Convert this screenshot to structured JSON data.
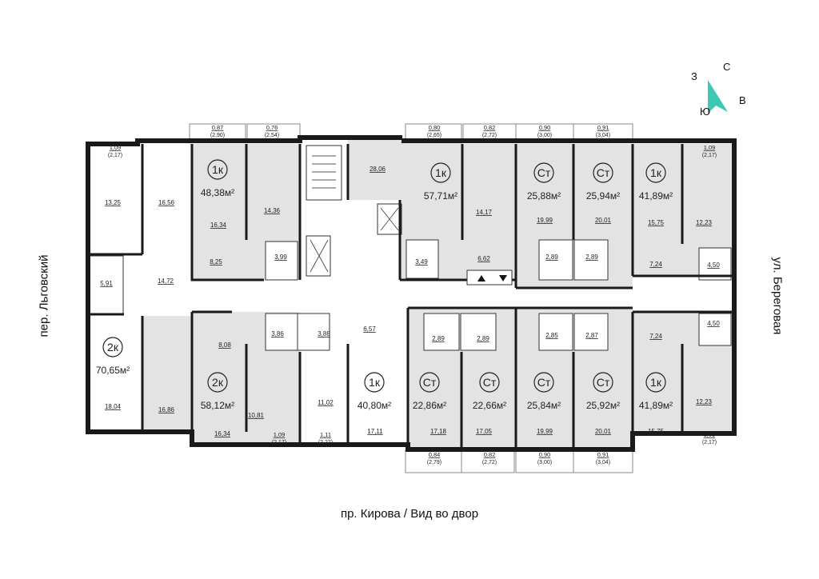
{
  "streets": {
    "left": "пер. Льговский",
    "right": "ул. Береговая",
    "bottom": "пр. Кирова / Вид во двор"
  },
  "compass": {
    "n": "С",
    "e": "В",
    "s": "Ю",
    "w": "З",
    "accent": "#3cc8b4"
  },
  "colors": {
    "unit_fill": "#e3e3e3",
    "wall": "#1a1a1a",
    "corridor": "#ffffff"
  },
  "apartments": [
    {
      "id": "a1",
      "type": "1к",
      "area": "48,38м²"
    },
    {
      "id": "a2",
      "type": "1к",
      "area": "57,71м²"
    },
    {
      "id": "a3",
      "type": "Ст",
      "area": "25,88м²"
    },
    {
      "id": "a4",
      "type": "Ст",
      "area": "25,94м²"
    },
    {
      "id": "a5",
      "type": "1к",
      "area": "41,89м²"
    },
    {
      "id": "a6",
      "type": "2к",
      "area": "70,65м²"
    },
    {
      "id": "a7",
      "type": "2к",
      "area": "58,12м²"
    },
    {
      "id": "a8",
      "type": "1к",
      "area": "40,80м²"
    },
    {
      "id": "a9",
      "type": "Ст",
      "area": "22,86м²"
    },
    {
      "id": "a10",
      "type": "Ст",
      "area": "22,66м²"
    },
    {
      "id": "a11",
      "type": "Ст",
      "area": "25,84м²"
    },
    {
      "id": "a12",
      "type": "Ст",
      "area": "25,92м²"
    },
    {
      "id": "a13",
      "type": "1к",
      "area": "41,89м²"
    }
  ],
  "room_areas": [
    "13,25",
    "16,56",
    "16,34",
    "14,36",
    "28,06",
    "14,17",
    "19,99",
    "20,01",
    "15,75",
    "12,23",
    "8,25",
    "3,99",
    "3,49",
    "6,62",
    "2,89",
    "2,89",
    "7,24",
    "4,50",
    "5,91",
    "14,72",
    "3,86",
    "3,88",
    "6,57",
    "2,89",
    "2,89",
    "2,85",
    "2,87",
    "7,24",
    "4,50",
    "8,08",
    "18,04",
    "16,86",
    "16,34",
    "10,81",
    "11,02",
    "17,11",
    "17,18",
    "17,05",
    "19,99",
    "20,01",
    "15,75",
    "12,23"
  ],
  "balconies": [
    {
      "id": "t1",
      "area": "1,09",
      "sub": "(2,17)"
    },
    {
      "id": "t2",
      "area": "0,87",
      "sub": "(2,90)"
    },
    {
      "id": "t3",
      "area": "0,76",
      "sub": "(2,54)"
    },
    {
      "id": "t4",
      "area": "0,80",
      "sub": "(2,65)"
    },
    {
      "id": "t5",
      "area": "0,82",
      "sub": "(2,72)"
    },
    {
      "id": "t6",
      "area": "0,90",
      "sub": "(3,00)"
    },
    {
      "id": "t7",
      "area": "0,91",
      "sub": "(3,04)"
    },
    {
      "id": "t8",
      "area": "1,09",
      "sub": "(2,17)"
    },
    {
      "id": "b1",
      "area": "1,09",
      "sub": "(2,17)"
    },
    {
      "id": "b2",
      "area": "1,11",
      "sub": "(2,22)"
    },
    {
      "id": "b3",
      "area": "0,84",
      "sub": "(2,79)"
    },
    {
      "id": "b4",
      "area": "0,82",
      "sub": "(2,72)"
    },
    {
      "id": "b5",
      "area": "0,90",
      "sub": "(3,00)"
    },
    {
      "id": "b6",
      "area": "0,91",
      "sub": "(3,04)"
    },
    {
      "id": "b7",
      "area": "1,09",
      "sub": "(2,17)"
    }
  ]
}
